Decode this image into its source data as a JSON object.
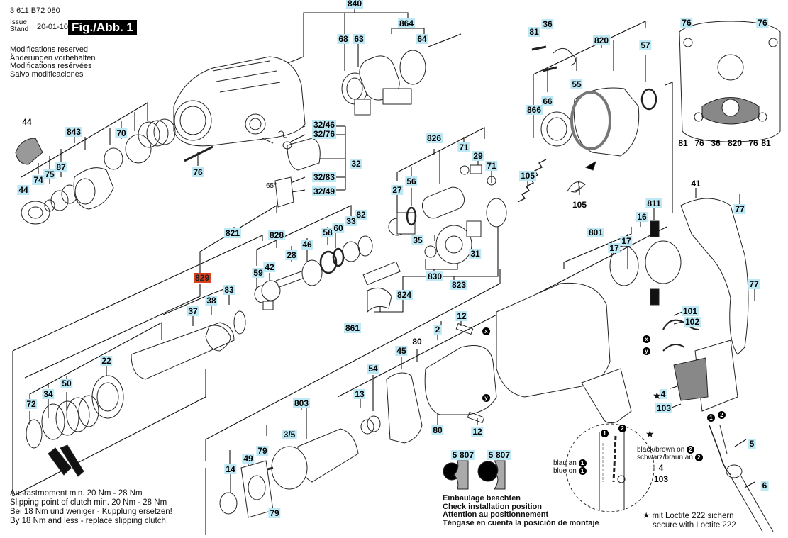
{
  "header": {
    "part_code": "3 611 B72 080",
    "issue_label_en": "Issue",
    "issue_label_de": "Stand",
    "issue_date": "20-01-10",
    "figure_title": "Fig./Abb. 1"
  },
  "modifications_notice": [
    "Modifications reserved",
    "Änderungen vorbehalten",
    "Modifications resérvées",
    "Salvo modificaciones"
  ],
  "clutch_notes": {
    "line1": "Ausrastmoment min. 20 Nm - 28 Nm",
    "line2": "Slipping point of clutch min. 20 Nm - 28 Nm",
    "line3": "Bei 18 Nm und weniger - Kupplung ersetzen!",
    "line4": "By 18 Nm and less - replace slipping clutch!"
  },
  "installation_notes": [
    "Einbaulage beachten",
    "Check installation position",
    "Attention au positionnement",
    "Téngase en cuenta la posición de montaje"
  ],
  "loctite_notes": {
    "line1": "mit Loctite 222 sichern",
    "line2": "secure with Loctite 222",
    "star": "★"
  },
  "wiring_notes": {
    "blue_de": "blau an",
    "blue_en": "blue on",
    "black_en": "black/brown on",
    "black_de": "schwarz/braun an",
    "marker_1": "1",
    "marker_2": "2",
    "marker_x": "x",
    "marker_y": "y",
    "angle": "65°"
  },
  "colors": {
    "label_bg": "#bfe8f5",
    "highlight_bg": "#d9411e",
    "line": "#111111"
  },
  "part_labels": [
    {
      "id": "840",
      "style": "cyan"
    },
    {
      "id": "68",
      "style": "cyan"
    },
    {
      "id": "63",
      "style": "cyan"
    },
    {
      "id": "864",
      "style": "cyan"
    },
    {
      "id": "64",
      "style": "cyan"
    },
    {
      "id": "81",
      "style": "cyan"
    },
    {
      "id": "36",
      "style": "cyan"
    },
    {
      "id": "820",
      "style": "cyan"
    },
    {
      "id": "57",
      "style": "cyan"
    },
    {
      "id": "55",
      "style": "cyan"
    },
    {
      "id": "66",
      "style": "cyan"
    },
    {
      "id": "866",
      "style": "cyan"
    },
    {
      "id": "76",
      "style": "cyan"
    },
    {
      "id": "76",
      "style": "cyan"
    },
    {
      "id": "81",
      "style": "plain"
    },
    {
      "id": "76",
      "style": "plain"
    },
    {
      "id": "36",
      "style": "plain"
    },
    {
      "id": "820",
      "style": "plain"
    },
    {
      "id": "76",
      "style": "plain"
    },
    {
      "id": "81",
      "style": "plain"
    },
    {
      "id": "44",
      "style": "plain"
    },
    {
      "id": "843",
      "style": "cyan"
    },
    {
      "id": "70",
      "style": "cyan"
    },
    {
      "id": "87",
      "style": "cyan"
    },
    {
      "id": "75",
      "style": "cyan"
    },
    {
      "id": "74",
      "style": "cyan"
    },
    {
      "id": "44",
      "style": "cyan"
    },
    {
      "id": "32/46",
      "style": "cyan"
    },
    {
      "id": "32/76",
      "style": "cyan"
    },
    {
      "id": "32",
      "style": "cyan"
    },
    {
      "id": "32/83",
      "style": "cyan"
    },
    {
      "id": "32/49",
      "style": "cyan"
    },
    {
      "id": "76",
      "style": "cyan"
    },
    {
      "id": "826",
      "style": "cyan"
    },
    {
      "id": "71",
      "style": "cyan"
    },
    {
      "id": "29",
      "style": "cyan"
    },
    {
      "id": "71",
      "style": "cyan"
    },
    {
      "id": "56",
      "style": "cyan"
    },
    {
      "id": "27",
      "style": "cyan"
    },
    {
      "id": "105",
      "style": "cyan"
    },
    {
      "id": "105",
      "style": "plain"
    },
    {
      "id": "35",
      "style": "cyan"
    },
    {
      "id": "31",
      "style": "cyan"
    },
    {
      "id": "830",
      "style": "cyan"
    },
    {
      "id": "823",
      "style": "cyan"
    },
    {
      "id": "824",
      "style": "cyan"
    },
    {
      "id": "861",
      "style": "cyan"
    },
    {
      "id": "821",
      "style": "cyan"
    },
    {
      "id": "828",
      "style": "cyan"
    },
    {
      "id": "58",
      "style": "cyan"
    },
    {
      "id": "60",
      "style": "cyan"
    },
    {
      "id": "33",
      "style": "cyan"
    },
    {
      "id": "82",
      "style": "cyan"
    },
    {
      "id": "46",
      "style": "cyan"
    },
    {
      "id": "28",
      "style": "cyan"
    },
    {
      "id": "42",
      "style": "cyan"
    },
    {
      "id": "59",
      "style": "cyan"
    },
    {
      "id": "829",
      "style": "red"
    },
    {
      "id": "83",
      "style": "cyan"
    },
    {
      "id": "38",
      "style": "cyan"
    },
    {
      "id": "37",
      "style": "cyan"
    },
    {
      "id": "22",
      "style": "cyan"
    },
    {
      "id": "50",
      "style": "cyan"
    },
    {
      "id": "34",
      "style": "cyan"
    },
    {
      "id": "72",
      "style": "cyan"
    },
    {
      "id": "41",
      "style": "plain"
    },
    {
      "id": "77",
      "style": "cyan"
    },
    {
      "id": "811",
      "style": "cyan"
    },
    {
      "id": "16",
      "style": "cyan"
    },
    {
      "id": "801",
      "style": "cyan"
    },
    {
      "id": "17",
      "style": "cyan"
    },
    {
      "id": "17",
      "style": "cyan"
    },
    {
      "id": "77",
      "style": "cyan"
    },
    {
      "id": "101",
      "style": "cyan"
    },
    {
      "id": "102",
      "style": "cyan"
    },
    {
      "id": "4",
      "style": "cyan"
    },
    {
      "id": "103",
      "style": "cyan"
    },
    {
      "id": "12",
      "style": "cyan"
    },
    {
      "id": "2",
      "style": "cyan"
    },
    {
      "id": "80",
      "style": "plain"
    },
    {
      "id": "45",
      "style": "cyan"
    },
    {
      "id": "54",
      "style": "cyan"
    },
    {
      "id": "13",
      "style": "cyan"
    },
    {
      "id": "803",
      "style": "cyan"
    },
    {
      "id": "3/5",
      "style": "cyan"
    },
    {
      "id": "80",
      "style": "cyan"
    },
    {
      "id": "12",
      "style": "cyan"
    },
    {
      "id": "79",
      "style": "cyan"
    },
    {
      "id": "49",
      "style": "cyan"
    },
    {
      "id": "14",
      "style": "cyan"
    },
    {
      "id": "79",
      "style": "cyan"
    },
    {
      "id": "5",
      "style": "cyan"
    },
    {
      "id": "807",
      "style": "cyan"
    },
    {
      "id": "5",
      "style": "cyan"
    },
    {
      "id": "807",
      "style": "cyan"
    },
    {
      "id": "4",
      "style": "plain"
    },
    {
      "id": "103",
      "style": "plain"
    },
    {
      "id": "5",
      "style": "cyan"
    },
    {
      "id": "6",
      "style": "cyan"
    }
  ]
}
